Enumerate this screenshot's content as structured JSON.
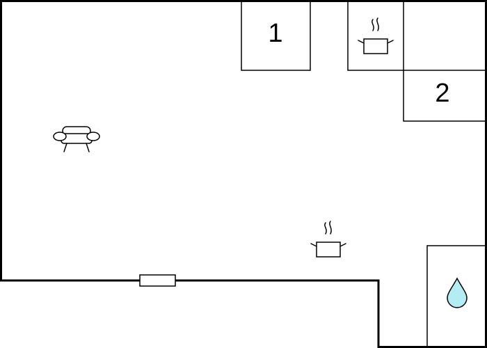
{
  "rooms": [
    {
      "label": "1"
    },
    {
      "label": "2"
    }
  ],
  "icons": [
    {
      "name": "sofa-icon",
      "meaning": "living area"
    },
    {
      "name": "cooking-pot-icon",
      "meaning": "kitchen"
    },
    {
      "name": "water-drop-icon",
      "meaning": "bathroom"
    },
    {
      "name": "window-icon",
      "meaning": "window"
    }
  ],
  "colors": {
    "wall": "#000000",
    "background": "#ffffff",
    "water": "#b3ecf2"
  }
}
